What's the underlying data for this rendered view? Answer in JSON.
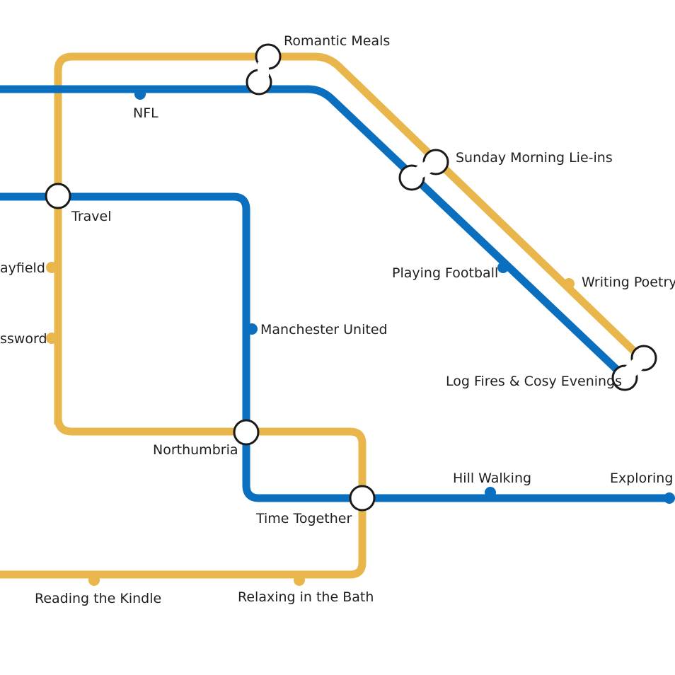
{
  "colors": {
    "yellow_line": "#E8B64B",
    "blue_line": "#0A6FBF",
    "interchange_fill": "#FFFFFF",
    "interchange_stroke": "#1A1A1A",
    "background": "#FFFFFF"
  },
  "stations": {
    "romantic_meals": "Romantic Meals",
    "nfl": "NFL",
    "sunday_morning": "Sunday Morning Lie-ins",
    "travel": "Travel",
    "playing_football": "Playing Football",
    "writing_poetry": "Writing Poetry",
    "mayfield_partial": "ayfield",
    "password_partial": "ssword",
    "manchester_united": "Manchester United",
    "log_fires": "Log Fires & Cosy Evenings",
    "northumbria": "Northumbria",
    "hill_walking": "Hill Walking",
    "exploring_partial": "Exploring C",
    "time_together": "Time Together",
    "reading_kindle": "Reading the Kindle",
    "relaxing_bath": "Relaxing in the Bath"
  }
}
